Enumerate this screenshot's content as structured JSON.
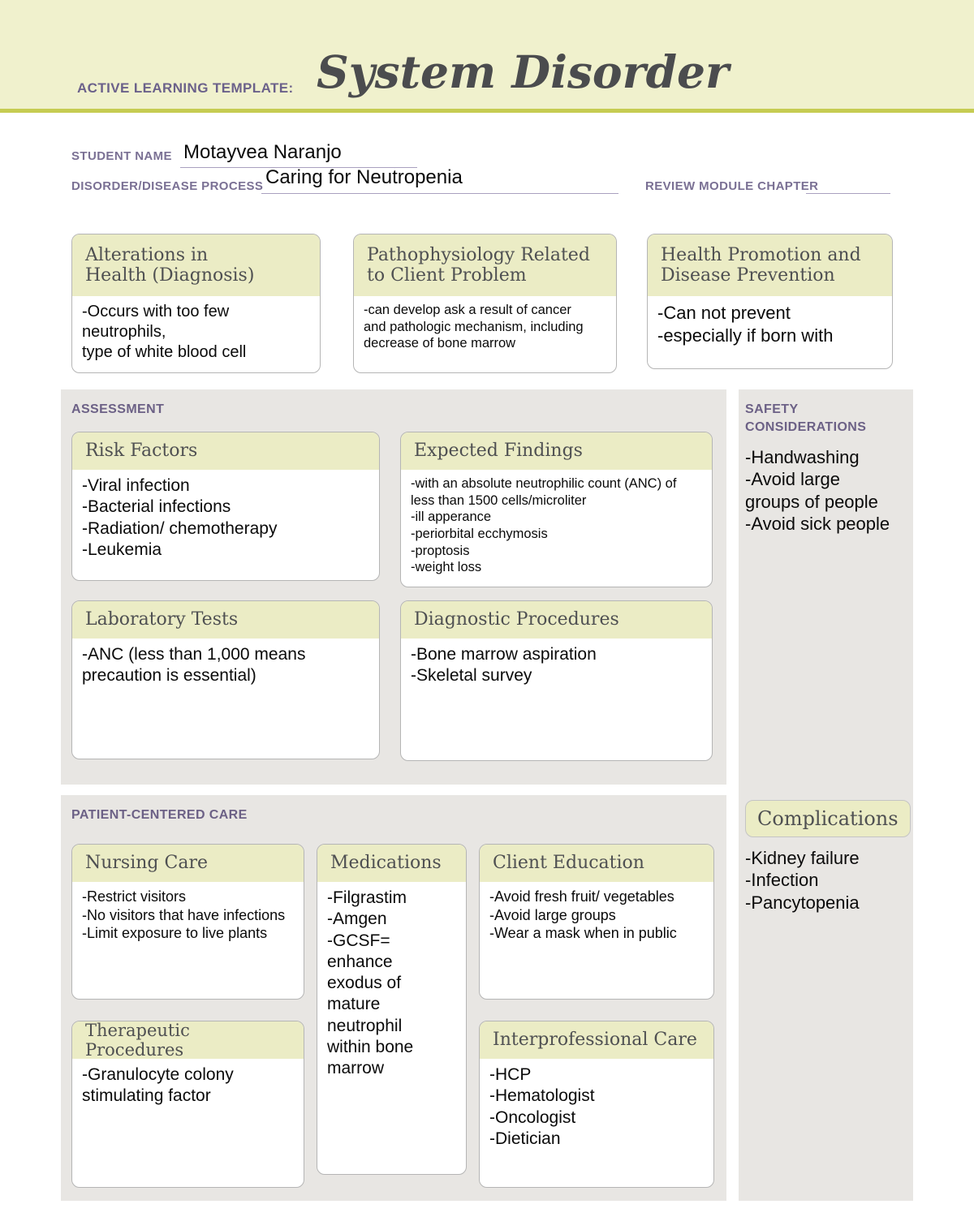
{
  "colors": {
    "band_yellow": "#f0f1cd",
    "band_line": "#c6cc52",
    "box_header_yellow": "#ebecc5",
    "section_gray": "#e8e6e3",
    "label_purple": "#6c6186",
    "title_gray": "#4b4c4e"
  },
  "header": {
    "template_label": "ACTIVE LEARNING TEMPLATE:",
    "title": "System Disorder"
  },
  "meta": {
    "student_name_label": "STUDENT NAME",
    "student_name": "Motayvea Naranjo",
    "disorder_label": "DISORDER/DISEASE PROCESS",
    "disorder": "Caring for Neutropenia",
    "review_label": "REVIEW MODULE CHAPTER"
  },
  "top_boxes": [
    {
      "title": "Alterations in\nHealth (Diagnosis)",
      "content": "-Occurs with too few neutrophils,\ntype of white blood cell"
    },
    {
      "title": "Pathophysiology Related\nto Client Problem",
      "content": "-can develop ask a result of cancer\nand pathologic mechanism, including\ndecrease of bone marrow"
    },
    {
      "title": "Health Promotion and\nDisease Prevention",
      "content": "-Can not prevent\n-especially if born with"
    }
  ],
  "assessment": {
    "label": "ASSESSMENT",
    "boxes": [
      {
        "title": "Risk Factors",
        "content": "-Viral infection\n-Bacterial infections\n-Radiation/ chemotherapy\n-Leukemia"
      },
      {
        "title": "Expected Findings",
        "content": "-with an absolute neutrophilic count (ANC) of\nless than 1500 cells/microliter\n-ill apperance\n-periorbital ecchymosis\n-proptosis\n-weight loss"
      },
      {
        "title": "Laboratory Tests",
        "content": "-ANC (less than 1,000 means\nprecaution is essential)"
      },
      {
        "title": "Diagnostic Procedures",
        "content": "-Bone marrow aspiration\n-Skeletal survey"
      }
    ]
  },
  "safety": {
    "label": "SAFETY\nCONSIDERATIONS",
    "content": "-Handwashing\n-Avoid large\ngroups of people\n-Avoid sick people"
  },
  "patient_care": {
    "label": "PATIENT-CENTERED CARE",
    "boxes": [
      {
        "title": "Nursing Care",
        "content": "-Restrict visitors\n-No visitors that have infections\n-Limit exposure to live plants"
      },
      {
        "title": "Medications",
        "content": "-Filgrastim\n-Amgen\n-GCSF=\nenhance\nexodus of\nmature\nneutrophil\nwithin bone\nmarrow"
      },
      {
        "title": "Client Education",
        "content": "-Avoid fresh fruit/ vegetables\n-Avoid large groups\n-Wear a mask when in public"
      },
      {
        "title": "Therapeutic Procedures",
        "content": "-Granulocyte colony\nstimulating factor"
      },
      {
        "title": "Interprofessional Care",
        "content": "-HCP\n-Hematologist\n-Oncologist\n-Dietician"
      }
    ]
  },
  "complications": {
    "title": "Complications",
    "content": "-Kidney failure\n-Infection\n-Pancytopenia"
  }
}
